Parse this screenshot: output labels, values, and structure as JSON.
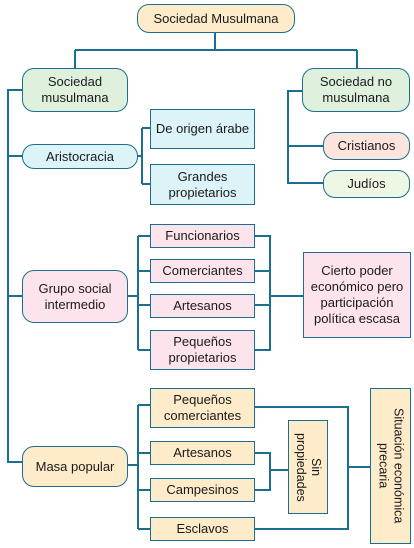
{
  "colors": {
    "line": "#1c6e8f",
    "cream": "#fdebc9",
    "green": "#dff1dd",
    "blue_light": "#dcf3f8",
    "pink": "#fde4ec",
    "peach": "#fde4dc",
    "mint": "#eef7e3",
    "white": "#ffffff"
  },
  "title": "Sociedad Musulmana",
  "left_branch": {
    "label": "Sociedad musulmana",
    "groups": [
      {
        "label": "Aristocracia",
        "items": [
          "De origen árabe",
          "Grandes propietarios"
        ]
      },
      {
        "label": "Grupo social intermedio",
        "items": [
          "Funcionarios",
          "Comerciantes",
          "Artesanos",
          "Pequeños propietarios"
        ],
        "note": "Cierto poder económico pero participación política escasa"
      },
      {
        "label": "Masa popular",
        "items": [
          "Pequeños comerciantes",
          "Artesanos",
          "Campesinos",
          "Esclavos"
        ],
        "sub_note": "Sin propiedades",
        "note": "Situación económica precaria"
      }
    ]
  },
  "right_branch": {
    "label": "Sociedad no musulmana",
    "items": [
      "Cristianos",
      "Judíos"
    ]
  }
}
